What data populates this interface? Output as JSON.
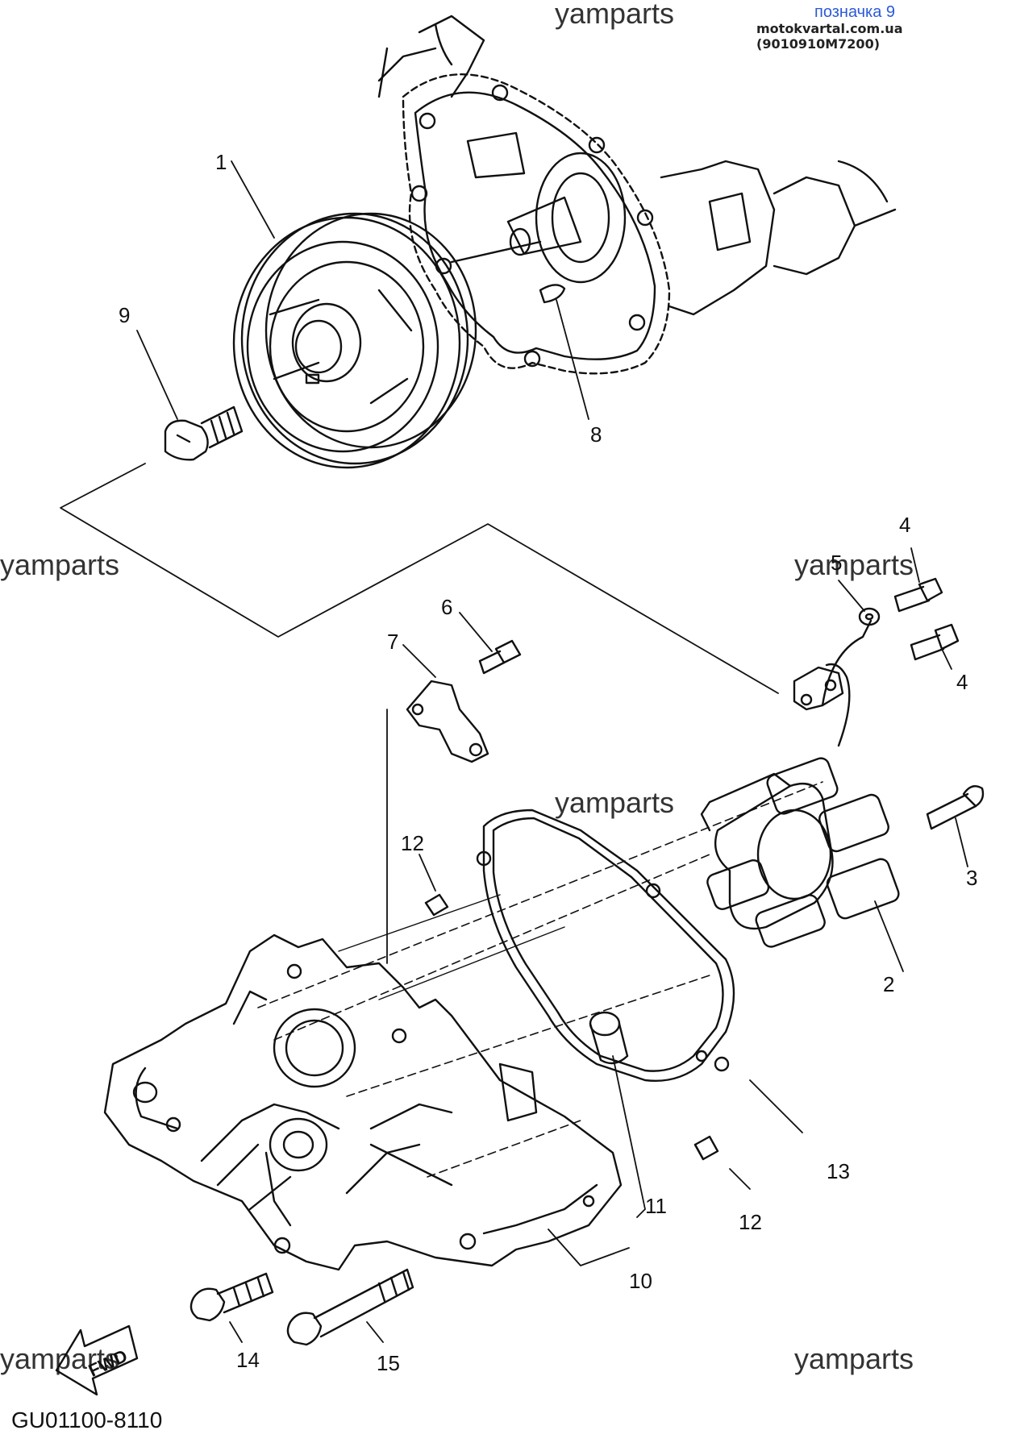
{
  "header": {
    "title": "позначка 9",
    "subtitle": "motokvartal.com.ua (9010910M7200)"
  },
  "watermarks": [
    "yamparts",
    "yamparts",
    "yamparts",
    "yamparts",
    "yamparts",
    "yamparts"
  ],
  "callouts": [
    "1",
    "2",
    "3",
    "4",
    "4",
    "5",
    "6",
    "7",
    "8",
    "9",
    "10",
    "11",
    "12",
    "12",
    "13",
    "14",
    "15"
  ],
  "fwd_label": "FWD",
  "diagram_code": "GU01100-8110",
  "colors": {
    "title": "#2a5ad8",
    "ink": "#111111",
    "background": "#ffffff"
  }
}
